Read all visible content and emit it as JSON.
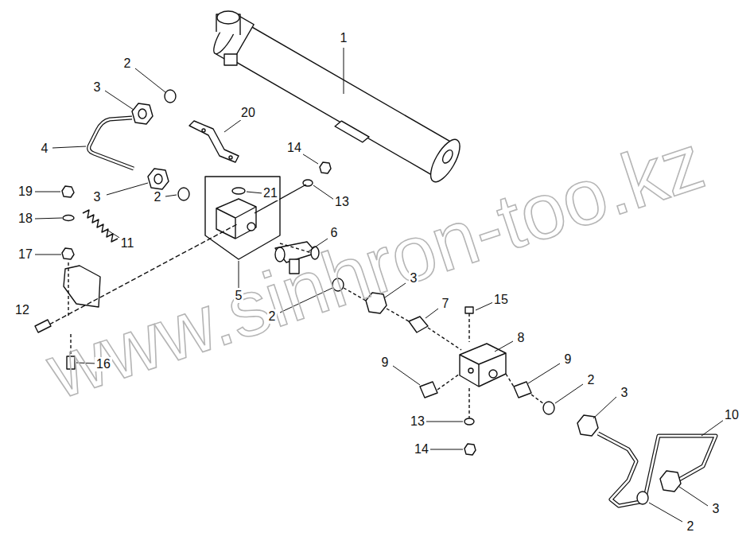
{
  "diagram": {
    "labels": [
      "1",
      "2",
      "3",
      "20",
      "4",
      "14",
      "19",
      "3",
      "21",
      "2",
      "13",
      "18",
      "11",
      "17",
      "6",
      "5",
      "3",
      "2",
      "12",
      "7",
      "15",
      "16",
      "8",
      "9",
      "9",
      "2",
      "3",
      "10",
      "13",
      "14",
      "3",
      "2",
      "www.sinhron-too.kz"
    ]
  }
}
